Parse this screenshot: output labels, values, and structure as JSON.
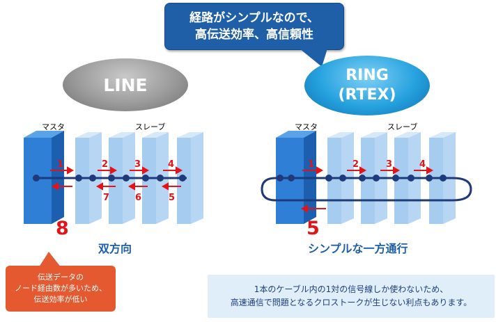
{
  "top_callout": {
    "line1": "経路がシンプルなので、",
    "line2": "高伝送効率、高信頼性"
  },
  "line_ellipse": {
    "label": "LINE"
  },
  "ring_ellipse": {
    "line1": "RING",
    "line2": "(RTEX)"
  },
  "line_diagram": {
    "master_label": "マスタ",
    "slave_label": "スレーブ",
    "forward_numbers": [
      "1",
      "2",
      "3",
      "4"
    ],
    "return_numbers": [
      "7",
      "6",
      "5"
    ],
    "total": "8",
    "caption": "双方向"
  },
  "ring_diagram": {
    "master_label": "マスタ",
    "slave_label": "スレーブ",
    "forward_numbers": [
      "1",
      "2",
      "3",
      "4"
    ],
    "total": "5",
    "caption": "シンプルな一方通行"
  },
  "left_callout": {
    "line1": "伝送データの",
    "line2": "ノード経由数が多いため、",
    "line3": "伝送効率が低い"
  },
  "note": {
    "line1": "1本のケーブル内の1対の信号線しか使わないため、",
    "line2": "高速通信で問題となるクロストークが生じない利点もあります。"
  },
  "colors": {
    "red": "#e3131a",
    "navy": "#1F3A7A",
    "master_blue": "#2f7fd6",
    "slave_blue": "#9cc8ef"
  }
}
